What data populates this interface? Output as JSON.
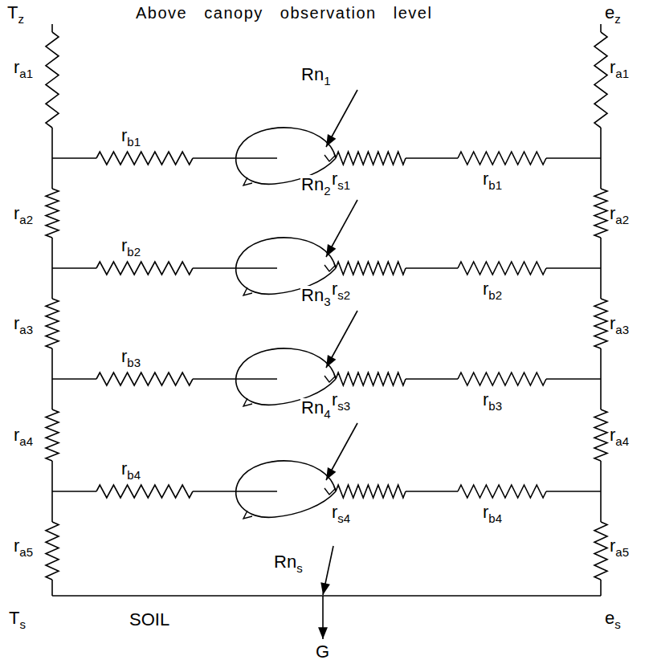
{
  "diagram": {
    "labels": [
      "Tz",
      "Above canopy observation level",
      "ez",
      "ra1",
      "rb1",
      "Rn1",
      "rs1",
      "rb1",
      "ra1",
      "ra2",
      "rb2",
      "Rn2",
      "rs2",
      "rb2",
      "ra2",
      "ra3",
      "rb3",
      "Rn3",
      "rs3",
      "rb3",
      "ra3",
      "ra4",
      "rb4",
      "Rn4",
      "rs4",
      "rb4",
      "ra4",
      "ra5",
      "ra5",
      "Rns",
      "Ts",
      "SOIL",
      "es",
      "G"
    ]
  }
}
